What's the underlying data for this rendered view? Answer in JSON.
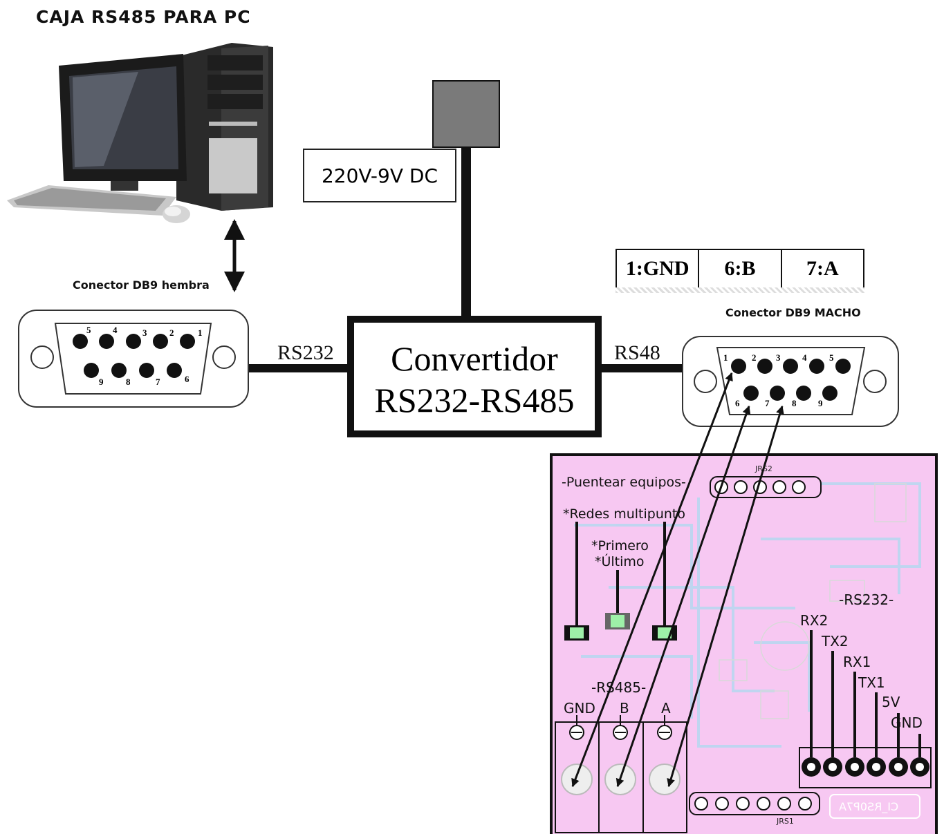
{
  "title": "CAJA RS485 PARA PC",
  "power_supply": {
    "label": "220V-9V DC"
  },
  "converter": {
    "line1": "Convertidor",
    "line2": "RS232-RS485"
  },
  "links": {
    "left": "RS232",
    "right": "RS48"
  },
  "db9_female": {
    "label": "Conector DB9 hembra",
    "top_pins": [
      "5",
      "4",
      "3",
      "2",
      "1"
    ],
    "bottom_pins": [
      "9",
      "8",
      "7",
      "6"
    ]
  },
  "db9_male": {
    "label": "Conector DB9 MACHO",
    "top_pins": [
      "1",
      "2",
      "3",
      "4",
      "5"
    ],
    "bottom_pins": [
      "6",
      "7",
      "8",
      "9"
    ]
  },
  "pin_table": [
    "1:GND",
    "6:B",
    "7:A"
  ],
  "pcb": {
    "bridge_label": "-Puentear equipos-",
    "multipoint_label": "*Redes multipunto",
    "first_label": "*Primero",
    "last_label": "*Último",
    "jrs2": "JRS2",
    "jrs1": "JRS1",
    "rs485_label": "-RS485-",
    "rs485_terminals": [
      "GND",
      "B",
      "A"
    ],
    "rs232_label": "-RS232-",
    "rs232_pins": [
      "RX2",
      "TX2",
      "RX1",
      "TX1",
      "5V",
      "GND"
    ],
    "board_code": "CI_RS0P7A"
  },
  "colors": {
    "pcb_bg": "#f7c8f2",
    "pcb_trace": "#b9d7f0",
    "psu_block": "#7a7a7a"
  }
}
